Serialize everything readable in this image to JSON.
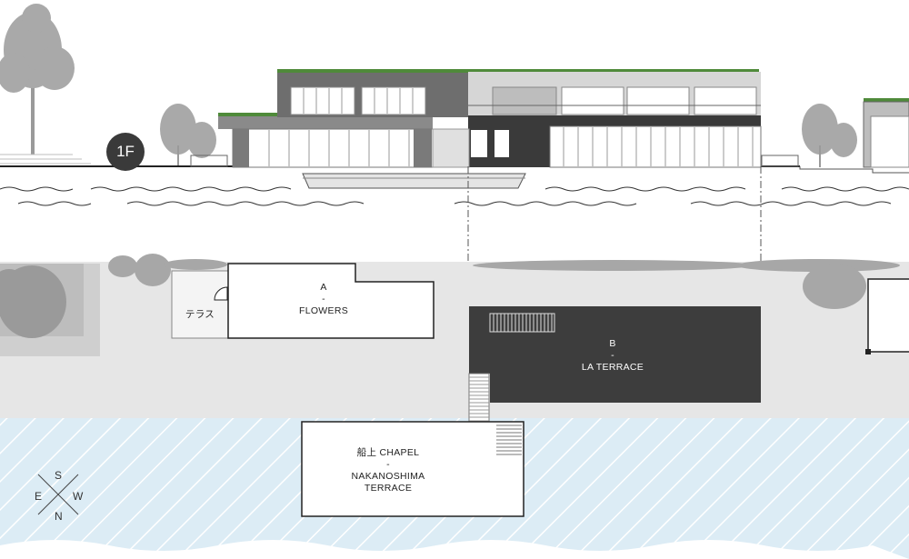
{
  "floor_badge": "1F",
  "rooms": {
    "terrace_side": "テラス",
    "a": {
      "code": "A",
      "sep": "-",
      "name": "FLOWERS"
    },
    "b": {
      "code": "B",
      "sep": "-",
      "name": "LA TERRACE"
    },
    "chapel": {
      "line1": "船上 CHAPEL",
      "sep": "-",
      "line2": "NAKANOSHIMA",
      "line3": "TERRACE"
    }
  },
  "compass": {
    "north": "N",
    "south": "S",
    "east": "E",
    "west": "W"
  },
  "colors": {
    "building_dark": "#3a3a3a",
    "land": "#e6e6e6",
    "river": "#dcecf5",
    "tree": "#9a9a9a",
    "greenery": "#4f8a3a"
  }
}
